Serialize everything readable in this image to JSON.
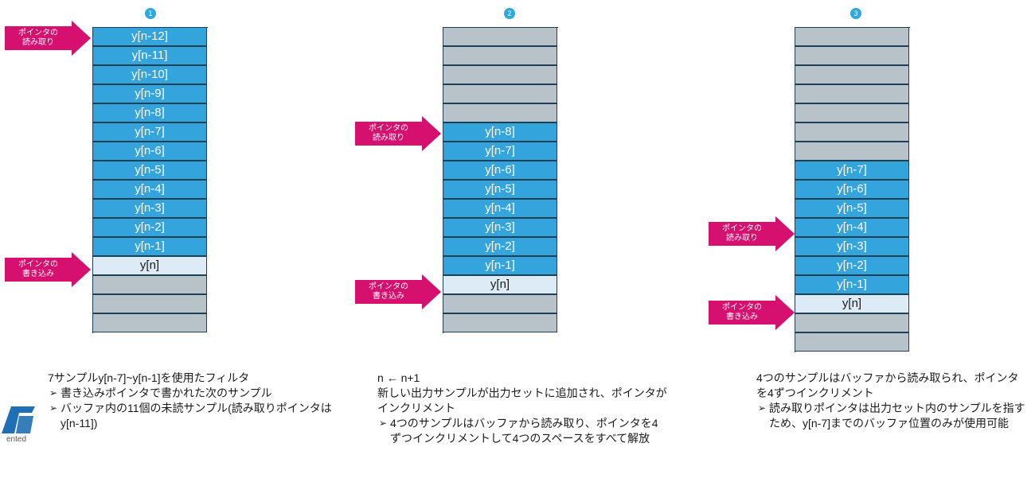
{
  "colors": {
    "unread": "#34a4dc",
    "empty": "#b8c3c9",
    "write_cell": "#dcebf6",
    "pointer": "#d6106f",
    "badge": "#2ea8e0"
  },
  "panels": [
    {
      "number": "1",
      "cells": [
        "y[n-12]",
        "y[n-11]",
        "y[n-10]",
        "y[n-9]",
        "y[n-8]",
        "y[n-7]",
        "y[n-6]",
        "y[n-5]",
        "y[n-4]",
        "y[n-3]",
        "y[n-2]",
        "y[n-1]",
        "y[n]",
        "",
        "",
        ""
      ],
      "cell_states": [
        "unread",
        "unread",
        "unread",
        "unread",
        "unread",
        "unread",
        "unread",
        "unread",
        "unread",
        "unread",
        "unread",
        "unread",
        "write",
        "empty",
        "empty",
        "empty"
      ],
      "read_pointer": {
        "line1": "ポインタの",
        "line2": "読み取り",
        "cell": 0
      },
      "write_pointer": {
        "line1": "ポインタの",
        "line2": "書き込み",
        "cell": 12
      },
      "description": {
        "lines": [
          "7サンプルy[n-7]~y[n-1]を使用たフィルタ"
        ],
        "bullets": [
          "書き込みポインタで書かれた次のサンプル",
          "バッファ内の11個の未読サンプル(読み取りポインタはy[n-11])"
        ]
      }
    },
    {
      "number": "2",
      "cells": [
        "",
        "",
        "",
        "",
        "",
        "y[n-8]",
        "y[n-7]",
        "y[n-6]",
        "y[n-5]",
        "y[n-4]",
        "y[n-3]",
        "y[n-2]",
        "y[n-1]",
        "y[n]",
        "",
        ""
      ],
      "cell_states": [
        "empty",
        "empty",
        "empty",
        "empty",
        "empty",
        "unread",
        "unread",
        "unread",
        "unread",
        "unread",
        "unread",
        "unread",
        "unread",
        "write",
        "empty",
        "empty"
      ],
      "read_pointer": {
        "line1": "ポインタの",
        "line2": "読み取り",
        "cell": 5
      },
      "write_pointer": {
        "line1": "ポインタの",
        "line2": "書き込み",
        "cell": 13
      },
      "description": {
        "lines": [
          "n ← n+1",
          "新しい出力サンプルが出力セットに追加され、ポインタがインクリメント"
        ],
        "bullets": [
          "4つのサンプルはバッファから読み取り、ポインタを4ずつインクリメントして4つのスペースをすべて解放"
        ]
      }
    },
    {
      "number": "3",
      "cells": [
        "",
        "",
        "",
        "",
        "",
        "",
        "",
        "y[n-7]",
        "y[n-6]",
        "y[n-5]",
        "y[n-4]",
        "y[n-3]",
        "y[n-2]",
        "y[n-1]",
        "y[n]",
        "",
        ""
      ],
      "cell_states": [
        "empty",
        "empty",
        "empty",
        "empty",
        "empty",
        "empty",
        "empty",
        "unread",
        "unread",
        "unread",
        "unread",
        "unread",
        "unread",
        "unread",
        "write",
        "empty",
        "empty"
      ],
      "read_pointer": {
        "line1": "ポインタの",
        "line2": "読み取り",
        "cell": 10
      },
      "write_pointer": {
        "line1": "ポインタの",
        "line2": "書き込み",
        "cell": 14
      },
      "description": {
        "lines": [
          "4つのサンプルはバッファから読み取られ、ポインタを4ずつインクリメント"
        ],
        "bullets": [
          "読み取りポインタは出力セット内のサンプルを指すため、y[n-7]までのバッファ位置のみが使用可能"
        ]
      }
    }
  ],
  "logo_text": "ented"
}
